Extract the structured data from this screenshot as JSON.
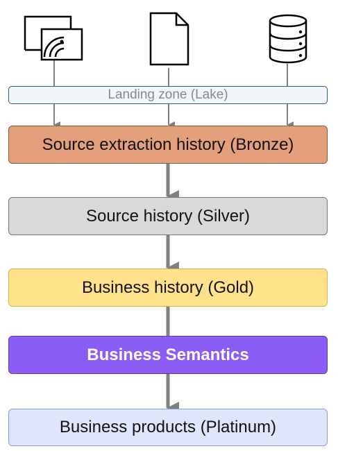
{
  "sources": [
    {
      "icon": "wireless-screen-icon"
    },
    {
      "icon": "document-icon"
    },
    {
      "icon": "database-icon"
    }
  ],
  "layers": {
    "landing": {
      "label": "Landing zone (Lake)",
      "fill": "#f3f6f9",
      "text_color": "#888888"
    },
    "bronze": {
      "label": "Source extraction history (Bronze)",
      "fill": "#e4a07a",
      "text_color": "#111111"
    },
    "silver": {
      "label": "Source history (Silver)",
      "fill": "#d9d9d9",
      "text_color": "#111111"
    },
    "gold": {
      "label": "Business history (Gold)",
      "fill": "#ffe28a",
      "text_color": "#111111"
    },
    "semantics": {
      "label": "Business Semantics",
      "fill": "#8c5cf6",
      "text_color": "#ffffff"
    },
    "platinum": {
      "label": "Business products (Platinum)",
      "fill": "#dfe5fb",
      "text_color": "#111111"
    }
  },
  "connector_color": "#808080"
}
